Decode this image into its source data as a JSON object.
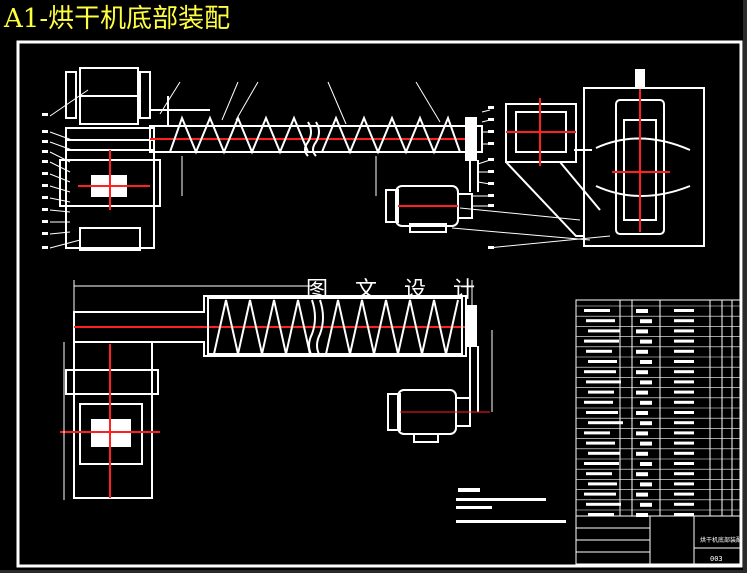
{
  "title": "A1-烘干机底部装配",
  "watermark": "图 文 设 计",
  "title_block": {
    "drawing_name": "烘干机底部装配",
    "drawing_number": "003"
  },
  "colors": {
    "background": "#000000",
    "title": "#ffff40",
    "line": "#ffffff",
    "centerline": "#ff2020"
  }
}
